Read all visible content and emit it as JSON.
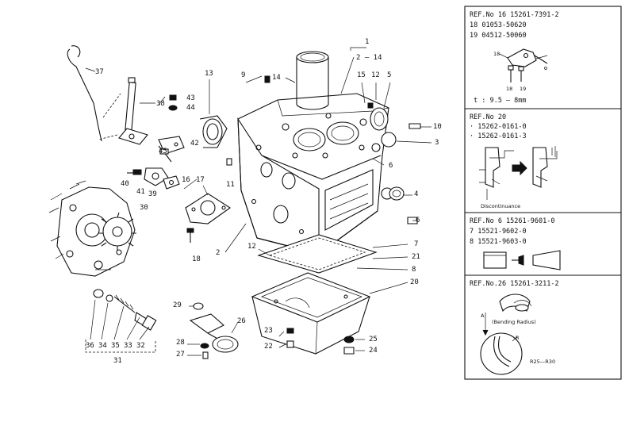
{
  "callouts": {
    "c1": "1",
    "c2_14": "2 – 14",
    "c14": "14",
    "c13": "13",
    "c9": "9",
    "c15": "15",
    "c12": "12",
    "c5": "5",
    "c10": "10",
    "c3": "3",
    "c37": "37",
    "c43": "43",
    "c44": "44",
    "c38": "38",
    "c42": "42",
    "c45": "45",
    "c40": "40",
    "c41": "41",
    "c39": "39",
    "c16": "16",
    "c17": "17",
    "c11": "11",
    "c6a": "6",
    "c4": "4",
    "c6b": "6",
    "c30": "30",
    "c18": "18",
    "c2": "2",
    "c12b": "12",
    "c7": "7",
    "c21": "21",
    "c8": "8",
    "c20": "20",
    "c29": "29",
    "c26": "26",
    "c23": "23",
    "c28": "28",
    "c27": "27",
    "c22": "22",
    "c25": "25",
    "c24": "24",
    "c36": "36",
    "c34": "34",
    "c35": "35",
    "c33": "33",
    "c32": "32",
    "c31": "31"
  },
  "ref_boxes": {
    "box1": {
      "line1": "REF.No 16   15261-7391-2",
      "line2": "       18   01053-50620",
      "line3": "       19   04512-50060",
      "label18": "18",
      "label18b": "18",
      "label19": "19",
      "dim": "t : 9.5 — 8mm"
    },
    "box2": {
      "line1": "REF.No 20",
      "line2": "· 15262-0161-0",
      "line3": "· 15262-0161-3",
      "note": "Discontinuance"
    },
    "box3": {
      "line1": "REF.No 6   15261-9601-0",
      "line2": "       7   15521-9602-0",
      "line3": "       8   15521-9603-0"
    },
    "box4": {
      "line1": "REF.No.26   15261-3211-2",
      "labelA": "A",
      "note": "(Bending Radius)",
      "labelR": "R",
      "radius": "R25—R30"
    }
  }
}
